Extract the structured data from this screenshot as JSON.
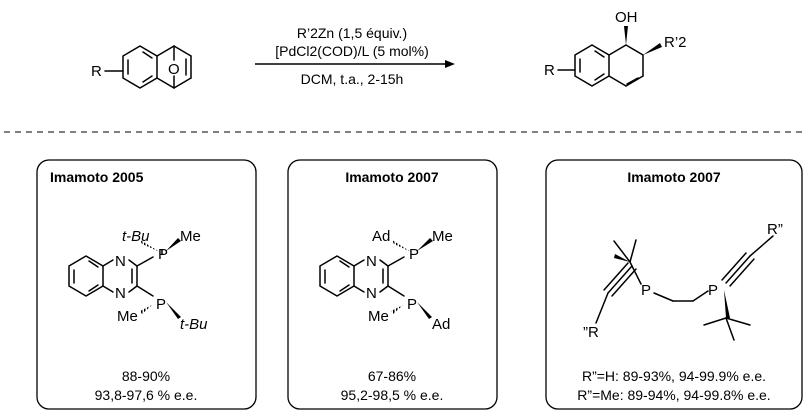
{
  "reaction": {
    "reagent_line1": "R’2Zn (1,5 équiv.)",
    "reagent_line2": "[PdCl2(COD)/L (5 mol%)",
    "conditions": "DCM, t.a., 2-15h",
    "substrate_labels": {
      "r": "R",
      "o": "O"
    },
    "product_labels": {
      "r": "R",
      "oh": "OH",
      "r2": "R’2"
    }
  },
  "ligands": [
    {
      "title": "Imamoto 2005",
      "labels": {
        "tbu_top": "t-Bu",
        "me_top": "Me",
        "me_bottom": "Me",
        "tbu_bottom": "t-Bu",
        "n": "N",
        "p": "P"
      },
      "result_line1": "88-90%",
      "result_line2": "93,8-97,6 % e.e."
    },
    {
      "title": "Imamoto 2007",
      "labels": {
        "ad_top": "Ad",
        "me_top": "Me",
        "me_bottom": "Me",
        "ad_bottom": "Ad",
        "n": "N",
        "p": "P"
      },
      "result_line1": "67-86%",
      "result_line2": "95,2-98,5 % e.e."
    },
    {
      "title": "Imamoto 2007",
      "labels": {
        "r_top": "R”",
        "r_bottom": "”R",
        "p": "P"
      },
      "result_line1": "R”=H: 89-93%, 94-99.9% e.e.",
      "result_line2": "R”=Me: 89-94%, 94-99.8% e.e."
    }
  ]
}
